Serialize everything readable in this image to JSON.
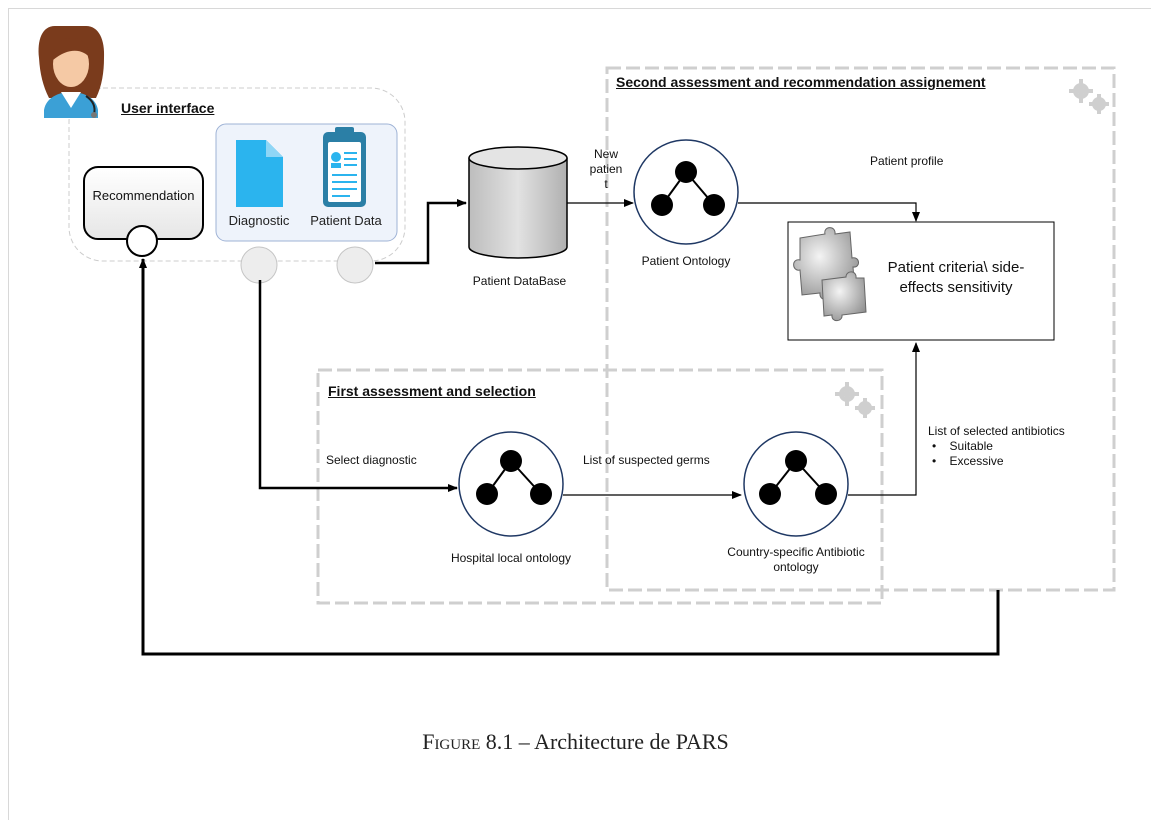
{
  "user_interface": {
    "title": "User interface",
    "recommendation": "Recommendation",
    "diagnostic": "Diagnostic",
    "patient_data": "Patient Data"
  },
  "database": {
    "label": "Patient DataBase"
  },
  "edges": {
    "new_patient": [
      "New",
      "patien",
      "t"
    ],
    "patient_profile": "Patient profile",
    "select_diagnostic": "Select diagnostic",
    "suspected_germs": "List of suspected germs",
    "selected_antibiotics": "List of selected antibiotics",
    "bullets": [
      "Suitable",
      "Excessive"
    ]
  },
  "ontologies": {
    "patient": "Patient Ontology",
    "hospital": "Hospital local ontology",
    "country": [
      "Country-specific Antibiotic",
      "ontology"
    ]
  },
  "second_panel": {
    "title": "Second assessment and recommendation assignement",
    "criteria": [
      "Patient criteria\\ side-",
      "effects sensitivity"
    ]
  },
  "first_panel": {
    "title": "First assessment and selection"
  },
  "caption": {
    "label": "Figure 8.1",
    "sep": " – ",
    "text": "Architecture de PARS"
  }
}
